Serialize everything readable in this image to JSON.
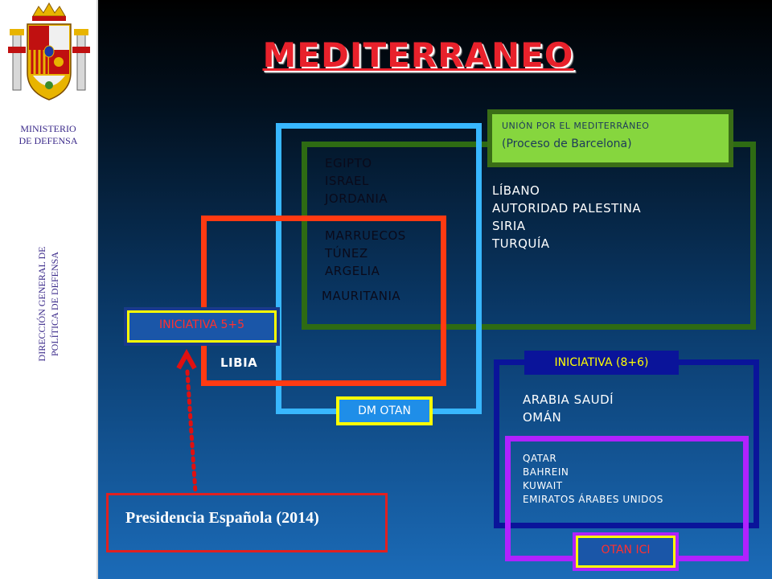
{
  "sidebar": {
    "ministry": [
      "MINISTERIO",
      "DE DEFENSA"
    ],
    "directorate": [
      "DIRECCIÓN GENERAL DE",
      "POLÍTICA DE DEFENSA"
    ],
    "crest_icon": "spanish-coat-of-arms"
  },
  "title": "MEDITERRANEO",
  "ufm": {
    "line1": "UNIÓN POR EL MEDITERRÁNEO",
    "line2": "(Proceso de Barcelona)"
  },
  "dm_otan_countries": [
    "EGIPTO",
    "ISRAEL",
    "JORDANIA"
  ],
  "shared_countries": [
    "MARRUECOS",
    "TÚNEZ",
    "ARGELIA"
  ],
  "mauritania": "MAURITANIA",
  "ufm_only_countries": [
    "LÍBANO",
    "AUTORIDAD PALESTINA",
    "SIRIA",
    "TURQUÍA"
  ],
  "libia": "LIBIA",
  "iniciativa_55": "INICIATIVA 5+5",
  "dm_otan": "DM OTAN",
  "iniciativa_86": "INICIATIVA  (8+6)",
  "gcc_non_ici": [
    "ARABIA SAUDÍ",
    "OMÁN"
  ],
  "ici_countries": [
    "QATAR",
    "BAHREIN",
    "KUWAIT",
    "EMIRATOS ÁRABES UNIDOS"
  ],
  "otan_ici": "OTAN ICI",
  "presidency": "Presidencia Española (2014)",
  "colors": {
    "ufm": "#2e6b13",
    "dm_otan": "#38b7ff",
    "iniciativa_55": "#ff3a12",
    "iniciativa_86": "#0a149a",
    "otan_ici": "#b022ff",
    "title": "#e8212b"
  }
}
